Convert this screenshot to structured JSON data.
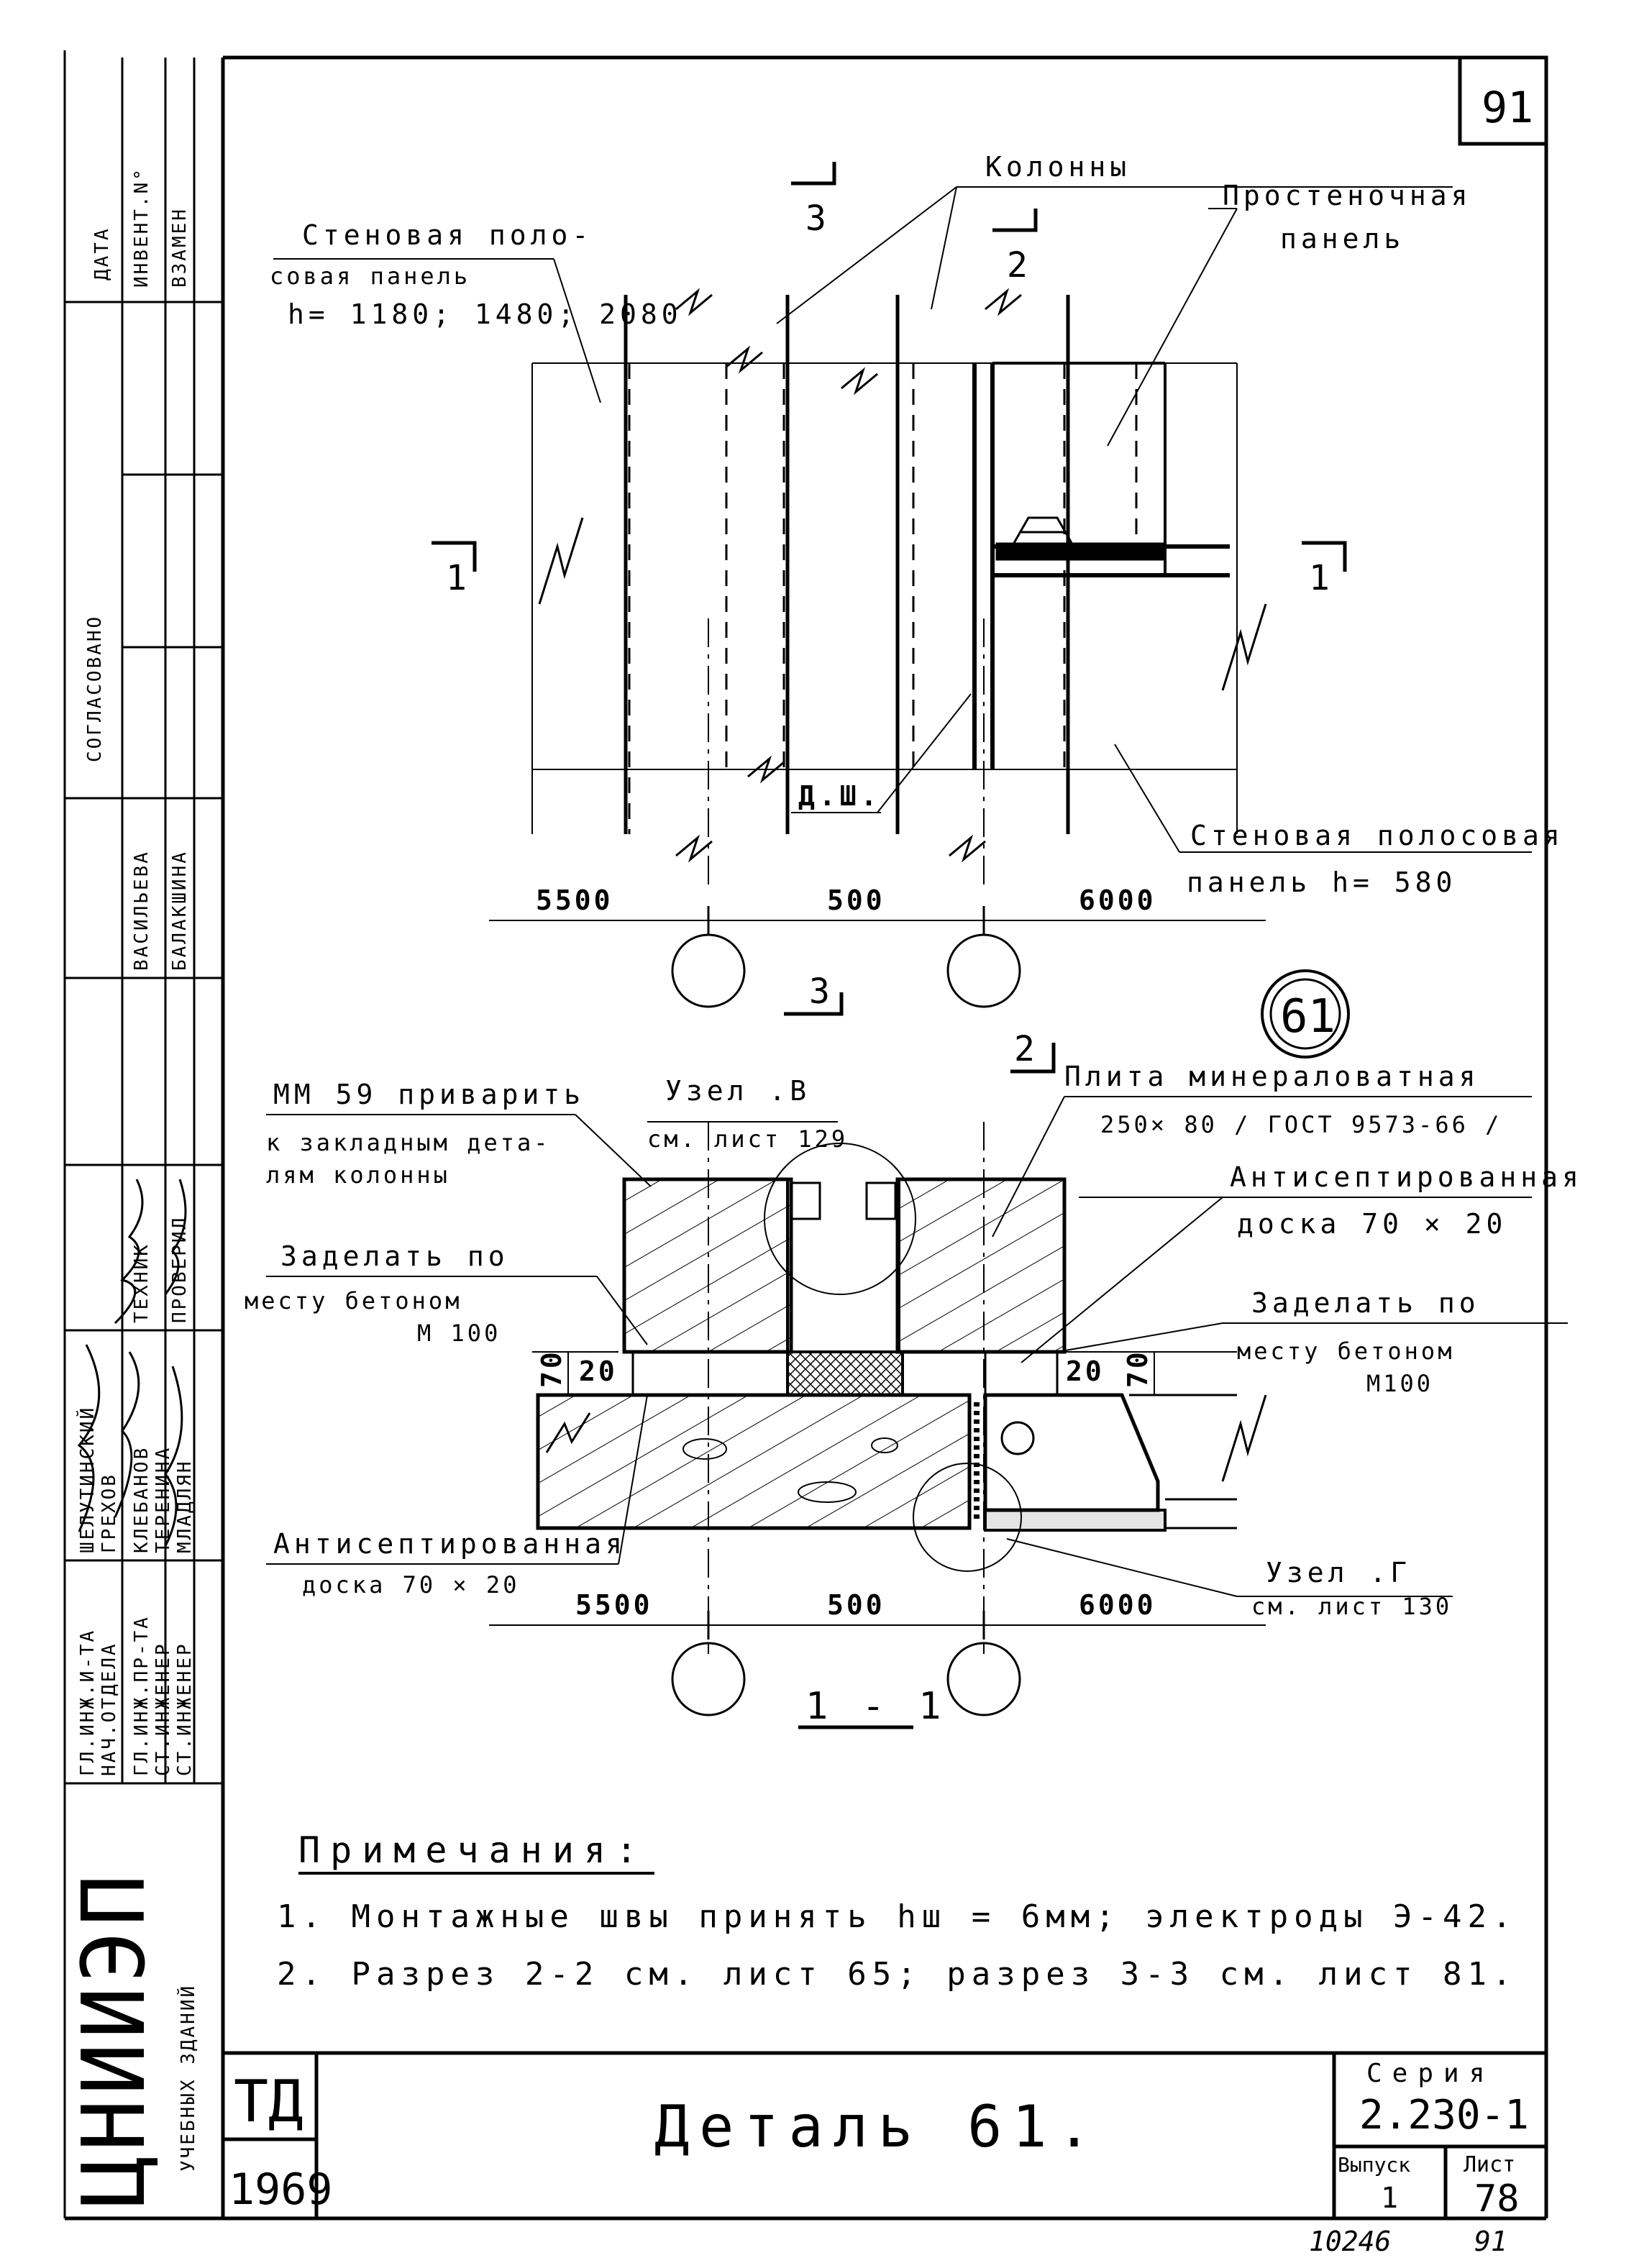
{
  "sheet": {
    "sheet_number_top": "91",
    "org": "ЦНИИЭП",
    "org_sub": "УЧЕБНЫХ ЗДАНИЙ",
    "stamp": {
      "agreed_label": "СОГЛАСОВАНО",
      "col_date": "ДАТА",
      "col_invent": "ИНВЕНТ.N°",
      "col_replace": "ВЗАМЕН",
      "roles": [
        "ТЕХНИК",
        "ПРОВЕРИЛ",
        "ШЕЛУТИНСКИЙ",
        "ГРЕХОВ",
        "КЛЕБАНОВ",
        "ТЕРЕНИНА",
        "МЛАДЛЯН"
      ],
      "names": [
        "ВАСИЛЬЕВА",
        "БАЛАКШИНА"
      ],
      "positions": [
        "ГЛ.ИНЖ.И-ТА",
        "НАЧ.ОТДЕЛА",
        "ГЛ.ИНЖ.ПР-ТА",
        "СТ.ИНЖЕНЕР",
        "СТ.ИНЖЕНЕР"
      ]
    }
  },
  "plan": {
    "label_columns": "Колонны",
    "label_wall_panel_top": [
      "Стеновая поло-",
      "совая панель",
      "h= 1180; 1480; 2080"
    ],
    "label_pier_panel": [
      "Простеночная",
      "панель"
    ],
    "label_wall_panel_bottom": [
      "Стеновая полосовая",
      "панель   h= 580"
    ],
    "label_joint": "Д.Ш.",
    "section_marks": [
      "3",
      "2",
      "1",
      "1",
      "3",
      "2"
    ],
    "dims": [
      "5500",
      "500",
      "6000"
    ]
  },
  "section": {
    "node_label": "61",
    "title": "1 - 1",
    "callout_mm59": [
      "ММ 59 приварить",
      "к закладным дета-",
      "лям колонны"
    ],
    "callout_node_v": [
      "Узел .В",
      "см. лист 129"
    ],
    "callout_mat": [
      "Плита минераловатная",
      "250× 80 / ГОСТ 9573-66 /"
    ],
    "callout_board_right": [
      "Антисептированная",
      "доска 70 × 20"
    ],
    "callout_concrete_left": [
      "Заделать по",
      "месту бетоном",
      "М 100"
    ],
    "callout_concrete_right": [
      "Заделать по",
      "месту бетоном",
      "М100"
    ],
    "callout_board_left": [
      "Антисептированная",
      "доска 70 × 20"
    ],
    "callout_node_g": [
      "Узел .Г",
      "см. лист 130"
    ],
    "dim_70": "70",
    "dim_20": "20",
    "dims": [
      "5500",
      "500",
      "6000"
    ]
  },
  "notes": {
    "heading": "Примечания:",
    "items": [
      "1. Монтажные швы принять  hш = 6мм;  электроды Э-42.",
      "2. Разрез 2-2 см. лист 65;  разрез 3-3 см. лист 81."
    ]
  },
  "title_block": {
    "doc_code": "ТД",
    "year": "1969",
    "title": "Деталь 61.",
    "series_label": "Серия",
    "series_value": "2.230-1",
    "issue_label": "Выпуск",
    "issue_value": "1",
    "sheet_label": "Лист",
    "sheet_value": "78"
  },
  "footer": {
    "code_left": "10246",
    "code_right": "91"
  }
}
